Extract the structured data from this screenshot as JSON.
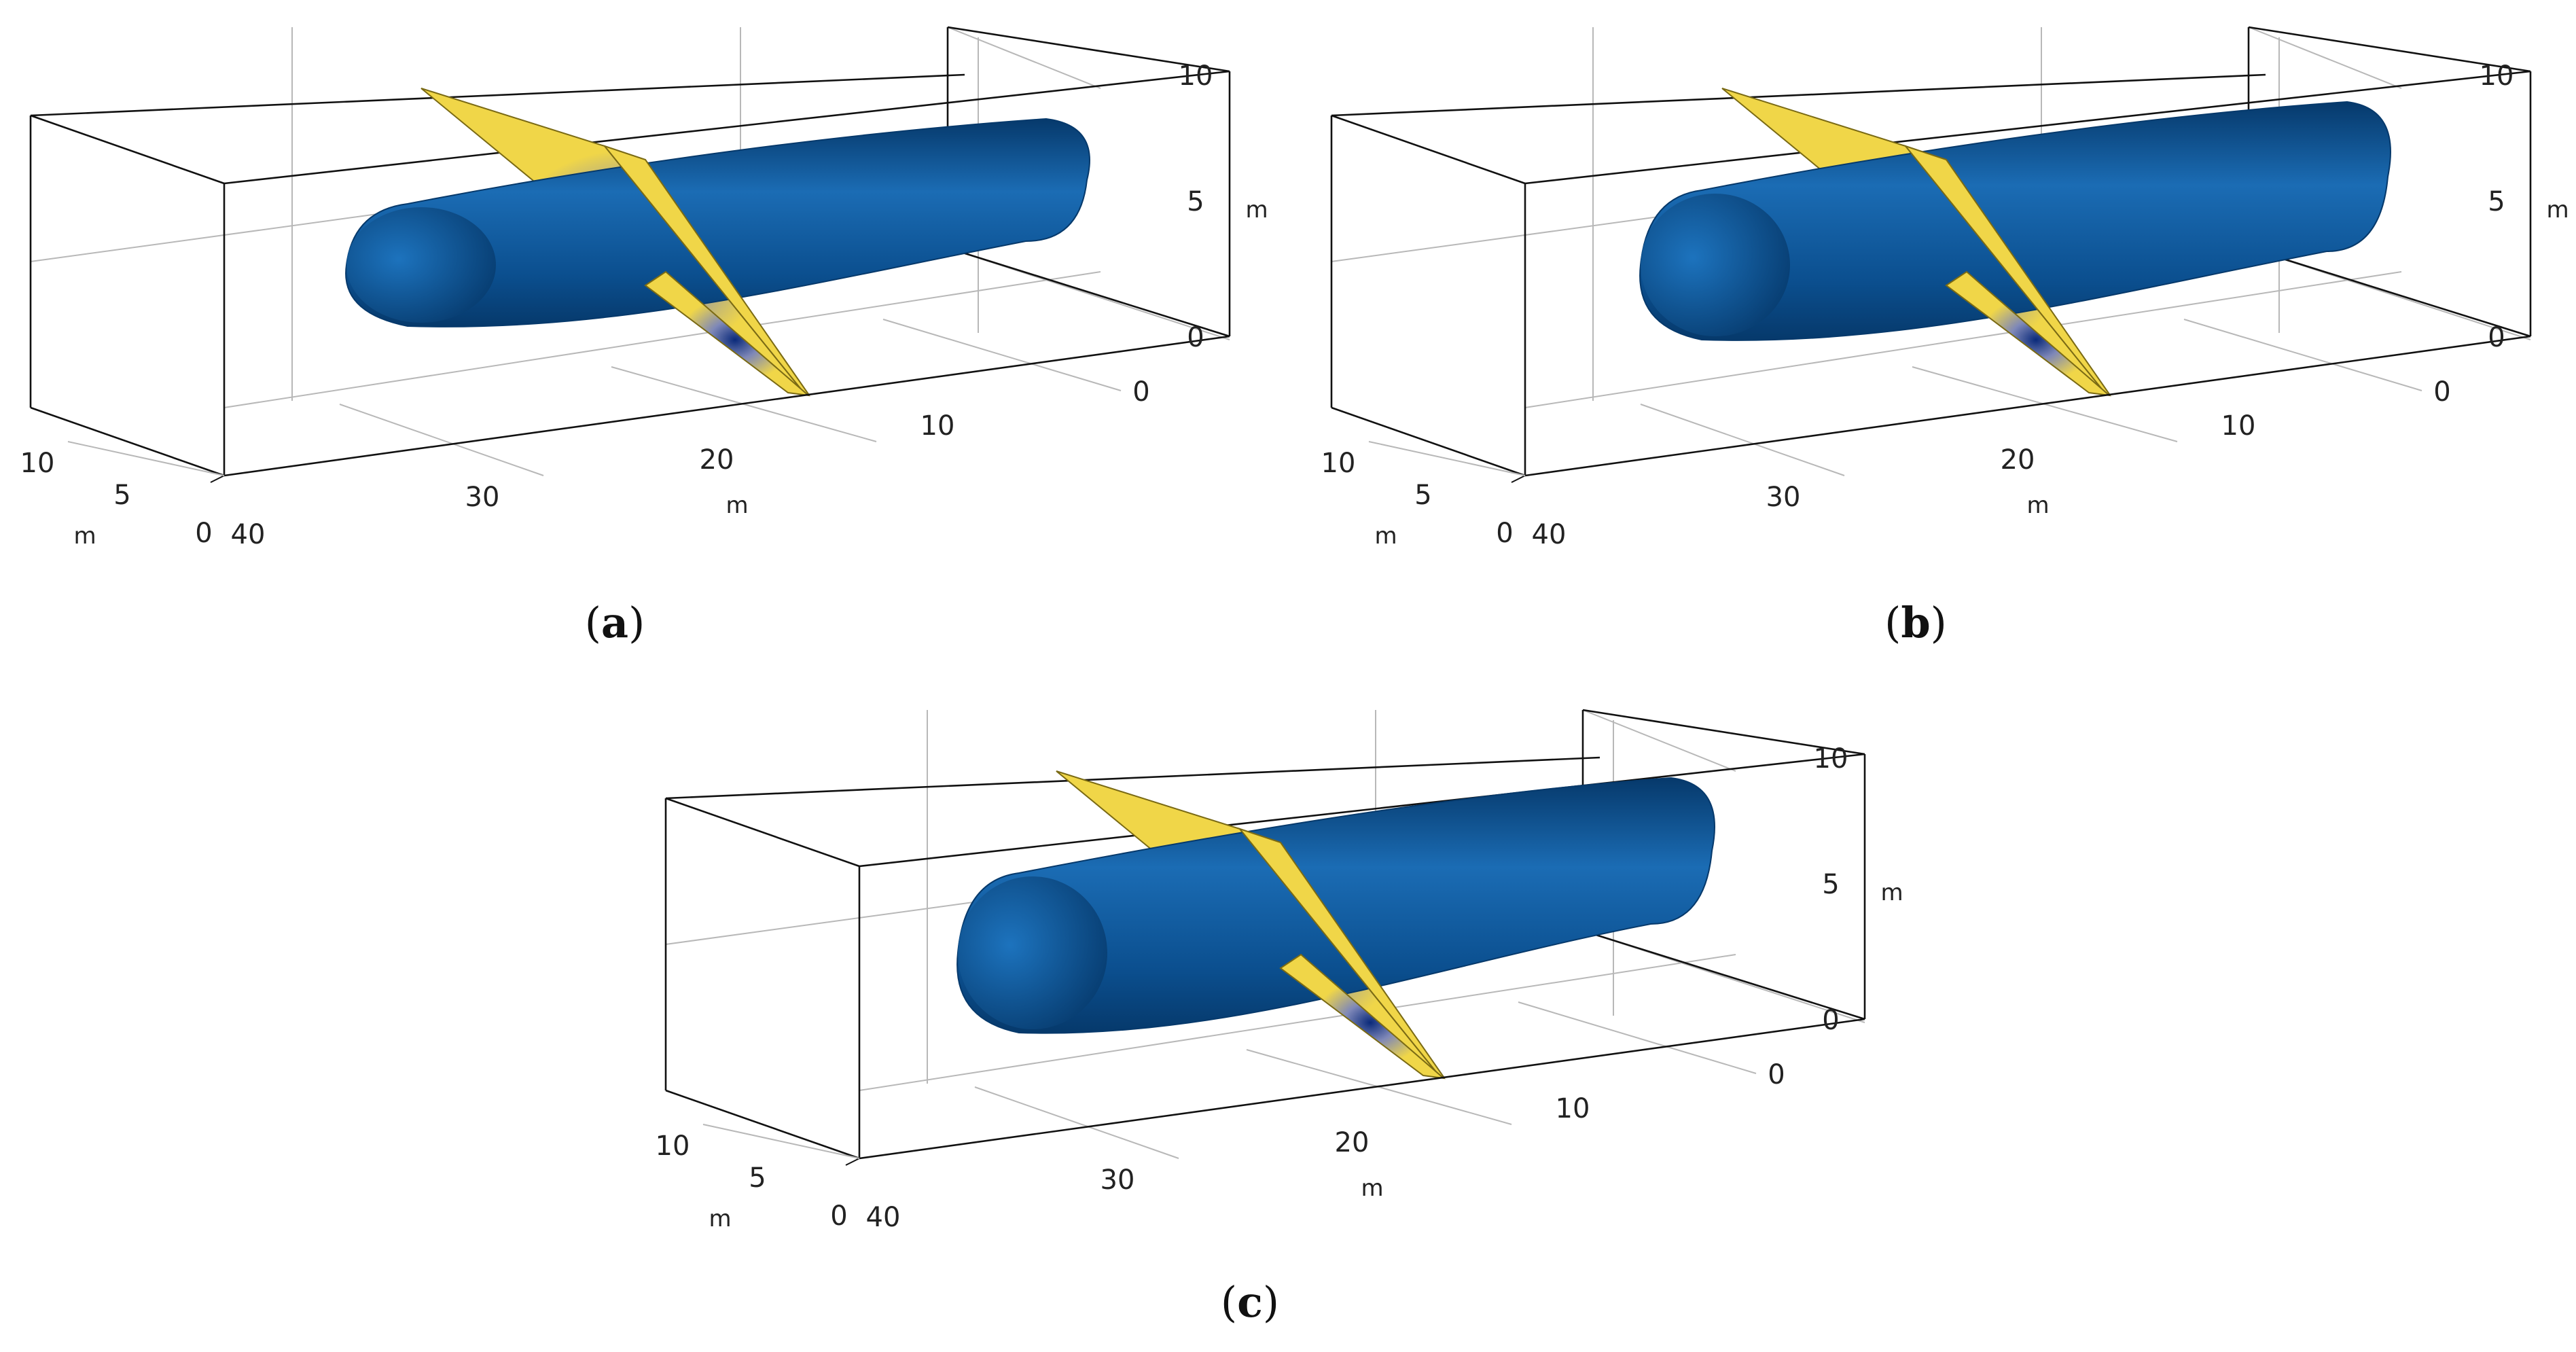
{
  "colors": {
    "tube": "#0b4f8f",
    "tube_dark": "#06396b",
    "tube_light": "#1b6cb4",
    "plane": "#f0d648",
    "plane_edge": "#7a6a14",
    "frame": "#111111",
    "grid": "#b8b8b8"
  },
  "panels": [
    {
      "id": "a",
      "caption": "a",
      "axes": {
        "z_ticks": [
          "10",
          "5",
          "0"
        ],
        "z_unit": "m",
        "x_ticks": [
          "0",
          "10",
          "20",
          "30",
          "40"
        ],
        "x_unit": "m",
        "y_ticks": [
          "10",
          "5",
          "0"
        ],
        "y_unit": "m"
      }
    },
    {
      "id": "b",
      "caption": "b",
      "axes": {
        "z_ticks": [
          "10",
          "5",
          "0"
        ],
        "z_unit": "m",
        "x_ticks": [
          "0",
          "10",
          "20",
          "30",
          "40"
        ],
        "x_unit": "m",
        "y_ticks": [
          "10",
          "5",
          "0"
        ],
        "y_unit": "m"
      }
    },
    {
      "id": "c",
      "caption": "c",
      "axes": {
        "z_ticks": [
          "10",
          "5",
          "0"
        ],
        "z_unit": "m",
        "x_ticks": [
          "0",
          "10",
          "20",
          "30",
          "40"
        ],
        "x_unit": "m",
        "y_ticks": [
          "10",
          "5",
          "0"
        ],
        "y_unit": "m"
      }
    }
  ]
}
